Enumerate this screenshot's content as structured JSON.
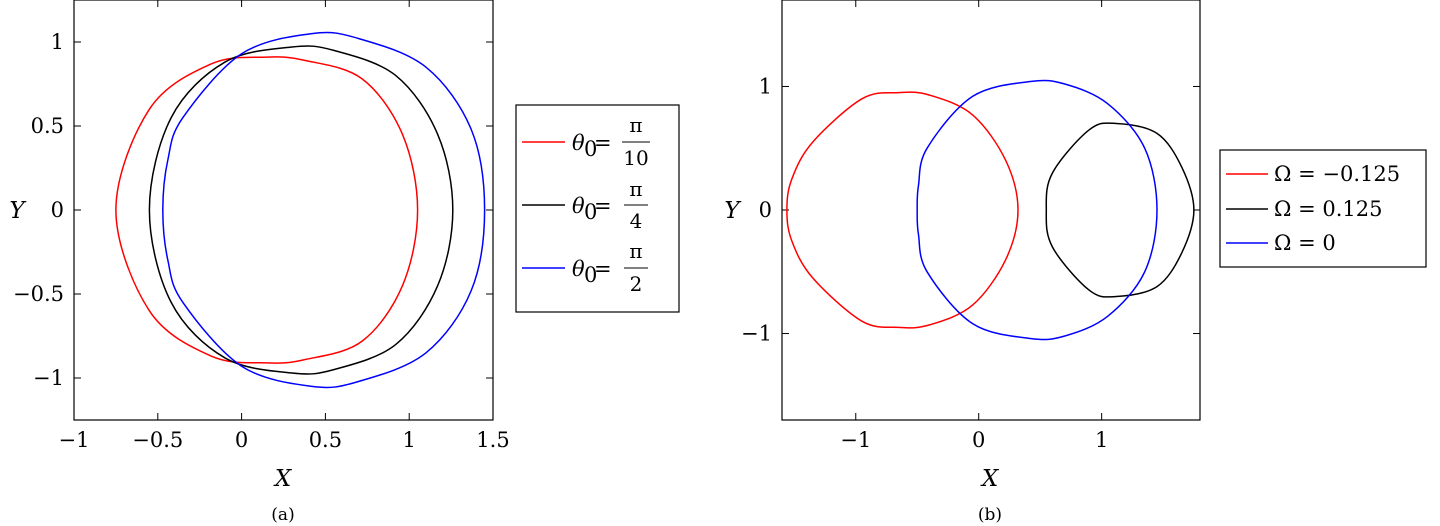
{
  "chart_data": [
    {
      "type": "line",
      "caption": "(a)",
      "xlabel": "X",
      "ylabel": "Y",
      "xlim": [
        -1,
        1.5
      ],
      "ylim": [
        -1.25,
        1.25
      ],
      "xticks": [
        -1,
        -0.5,
        0,
        0.5,
        1,
        1.5
      ],
      "xtick_labels": [
        "−1",
        "−0.5",
        "0",
        "0.5",
        "1",
        "1.5"
      ],
      "yticks": [
        -1,
        -0.5,
        0,
        0.5,
        1
      ],
      "ytick_labels": [
        "−1",
        "−0.5",
        "0",
        "0.5",
        "1"
      ],
      "legend_position": "right-outside",
      "series": [
        {
          "name": "θ0= π/10",
          "legend": {
            "lhs": "θ",
            "sub": "0",
            "eq": "=",
            "num": "π",
            "den": "10"
          },
          "color": "#ff0000",
          "x": [
            1.05,
            0.96,
            0.72,
            0.38,
            0.15,
            -0.18,
            -0.55,
            -0.75,
            -0.55,
            -0.18,
            0.15,
            0.38,
            0.72,
            0.96,
            1.05
          ],
          "y": [
            0.0,
            0.45,
            0.78,
            0.89,
            0.91,
            0.87,
            0.6,
            0.0,
            -0.6,
            -0.87,
            -0.91,
            -0.89,
            -0.78,
            -0.45,
            0.0
          ]
        },
        {
          "name": "θ0= π/4",
          "legend": {
            "lhs": "θ",
            "sub": "0",
            "eq": "=",
            "num": "π",
            "den": "4"
          },
          "color": "#000000",
          "x": [
            1.26,
            1.17,
            0.92,
            0.55,
            0.3,
            -0.1,
            -0.42,
            -0.55,
            -0.42,
            -0.1,
            0.3,
            0.55,
            0.92,
            1.17,
            1.26
          ],
          "y": [
            0.0,
            0.45,
            0.8,
            0.95,
            0.97,
            0.88,
            0.55,
            0.0,
            -0.55,
            -0.88,
            -0.97,
            -0.95,
            -0.8,
            -0.45,
            0.0
          ]
        },
        {
          "name": "θ0= π/2",
          "legend": {
            "lhs": "θ",
            "sub": "0",
            "eq": "=",
            "num": "π",
            "den": "2"
          },
          "color": "#0000ff",
          "x": [
            1.45,
            1.37,
            1.1,
            0.7,
            0.42,
            0.0,
            -0.35,
            -0.44,
            -0.47,
            -0.44,
            -0.35,
            0.0,
            0.42,
            0.7,
            1.1,
            1.37,
            1.45
          ],
          "y": [
            0.0,
            0.48,
            0.85,
            1.02,
            1.05,
            0.93,
            0.55,
            0.3,
            0.0,
            -0.3,
            -0.55,
            -0.93,
            -1.05,
            -1.02,
            -0.85,
            -0.48,
            0.0
          ]
        }
      ]
    },
    {
      "type": "line",
      "caption": "(b)",
      "xlabel": "X",
      "ylabel": "Y",
      "xlim": [
        -1.6,
        1.8
      ],
      "ylim": [
        -1.7,
        1.7
      ],
      "xticks": [
        -1,
        0,
        1
      ],
      "xtick_labels": [
        "−1",
        "0",
        "1"
      ],
      "yticks": [
        -1,
        0,
        1
      ],
      "ytick_labels": [
        "−1",
        "0",
        "1"
      ],
      "legend_position": "right-outside",
      "series": [
        {
          "name": "Ω = −0.125",
          "color": "#ff0000",
          "x": [
            0.32,
            0.22,
            -0.05,
            -0.4,
            -0.65,
            -0.95,
            -1.35,
            -1.52,
            -1.56,
            -1.52,
            -1.35,
            -0.95,
            -0.65,
            -0.4,
            -0.05,
            0.22,
            0.32
          ],
          "y": [
            0.0,
            0.4,
            0.77,
            0.93,
            0.95,
            0.9,
            0.55,
            0.25,
            0.0,
            -0.25,
            -0.55,
            -0.9,
            -0.95,
            -0.93,
            -0.77,
            -0.4,
            0.0
          ]
        },
        {
          "name": "Ω = 0.125",
          "color": "#000000",
          "x": [
            1.75,
            1.65,
            1.45,
            1.12,
            0.9,
            0.6,
            0.55,
            0.6,
            0.9,
            1.12,
            1.45,
            1.65,
            1.75
          ],
          "y": [
            0.0,
            0.35,
            0.62,
            0.7,
            0.65,
            0.3,
            0.0,
            -0.3,
            -0.65,
            -0.7,
            -0.62,
            -0.35,
            0.0
          ]
        },
        {
          "name": "Ω = 0",
          "color": "#0000ff",
          "x": [
            1.45,
            1.35,
            1.05,
            0.7,
            0.42,
            -0.05,
            -0.42,
            -0.49,
            -0.5,
            -0.49,
            -0.42,
            -0.05,
            0.42,
            0.7,
            1.05,
            1.35,
            1.45
          ],
          "y": [
            0.0,
            0.5,
            0.86,
            1.02,
            1.04,
            0.92,
            0.5,
            0.2,
            0.0,
            -0.2,
            -0.5,
            -0.92,
            -1.04,
            -1.02,
            -0.86,
            -0.5,
            0.0
          ]
        }
      ]
    }
  ]
}
